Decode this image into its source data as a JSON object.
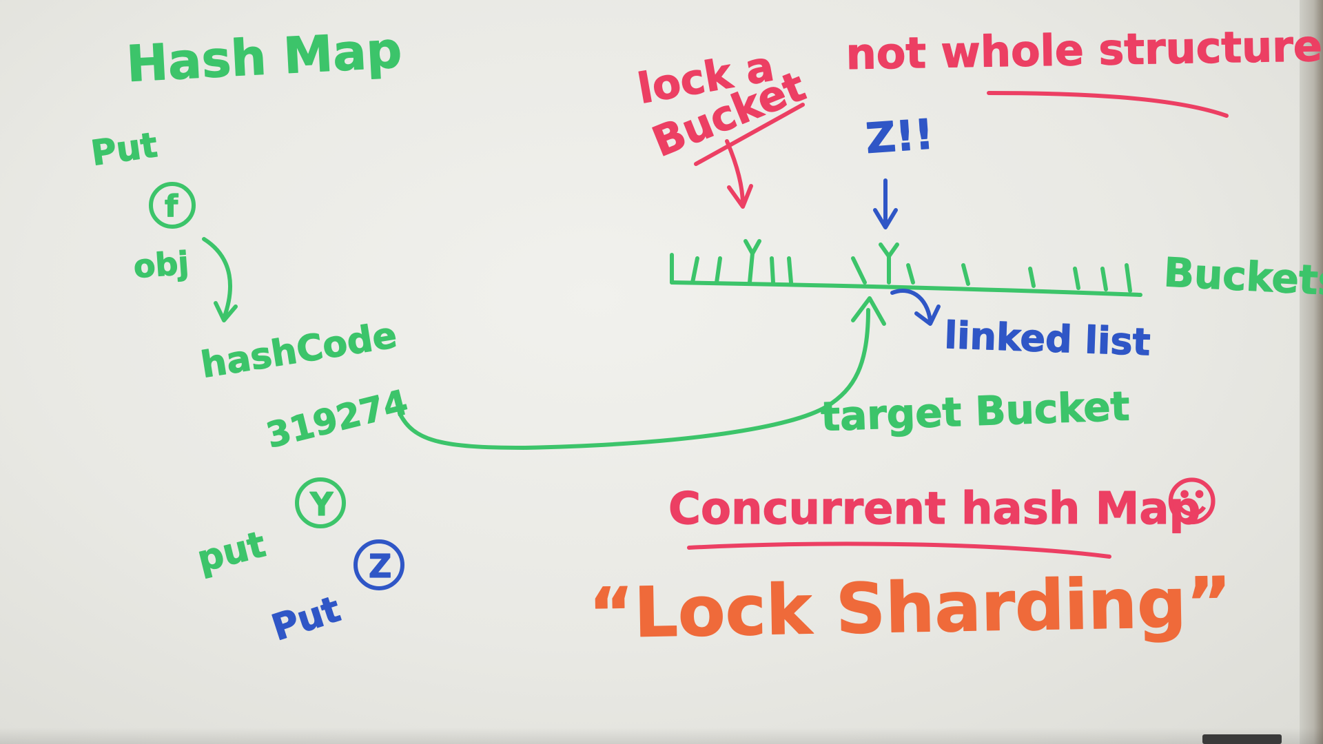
{
  "left": {
    "title": "Hash Map",
    "put_1": "Put",
    "obj_symbol": "f",
    "obj_label": "obj",
    "hashcode_label": "hashCode",
    "hash_value": "319274",
    "put_2": "put",
    "put_2_symbol": "Y",
    "put_3": "Put",
    "put_3_symbol": "Z"
  },
  "right": {
    "lock_label_1": "lock a",
    "lock_label_2": "Bucket",
    "not_whole": "not whole structure",
    "z_marker": "Z!!",
    "buckets_label": "Buckets",
    "linked_list": "linked list",
    "target_bucket": "target Bucket",
    "concurrent": "Concurrent hash Map",
    "smiley": "☺",
    "lock_sharding": "“Lock Sharding”"
  },
  "colors": {
    "green": "#3cc46a",
    "red": "#ec3f63",
    "blue": "#2f56c6",
    "orange": "#ef6a3a",
    "board": "#ecece8"
  }
}
